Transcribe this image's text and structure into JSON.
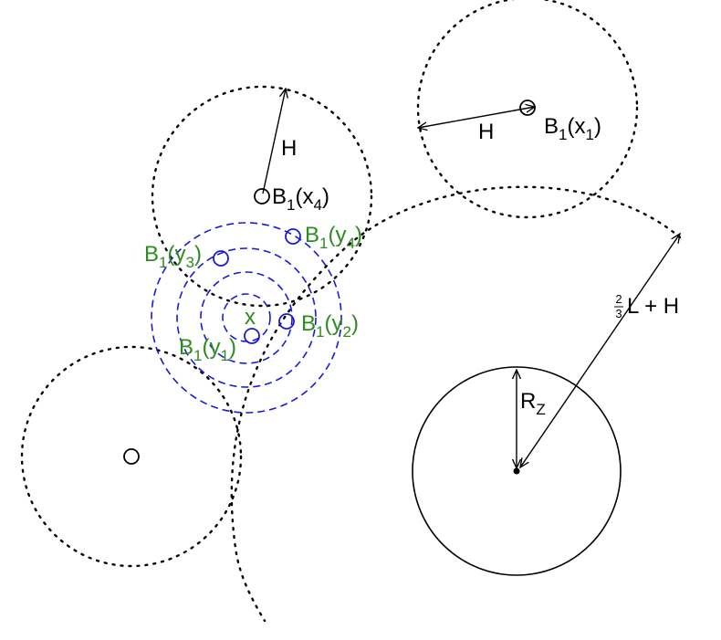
{
  "colors": {
    "ink": "#000000",
    "blue": "#1a1ad6",
    "green": "#2e8b22"
  },
  "labels": {
    "b1x1": {
      "base": "B",
      "sub": "1",
      "arg_open": "(x",
      "arg_sub": "1",
      "arg_close": ")"
    },
    "b1x4": {
      "base": "B",
      "sub": "1",
      "arg_open": "(x",
      "arg_sub": "4",
      "arg_close": ")"
    },
    "h_top": "H",
    "h_right": "H",
    "b1y1": {
      "base": "B",
      "sub": "1",
      "arg_open": "(y",
      "arg_sub": "1",
      "arg_close": ")"
    },
    "b1y2": {
      "base": "B",
      "sub": "1",
      "arg_open": "(y",
      "arg_sub": "2",
      "arg_close": ")"
    },
    "b1y3": {
      "base": "B",
      "sub": "1",
      "arg_open": "(y",
      "arg_sub": "3",
      "arg_close": ")"
    },
    "b1y4": {
      "base": "B",
      "sub": "1",
      "arg_open": "(y",
      "arg_sub": "4",
      "arg_close": ")"
    },
    "x": "x",
    "rz": {
      "base": "R",
      "sub": "Z"
    },
    "radius": {
      "num": "2",
      "den": "3",
      "rest": "L + H"
    }
  }
}
